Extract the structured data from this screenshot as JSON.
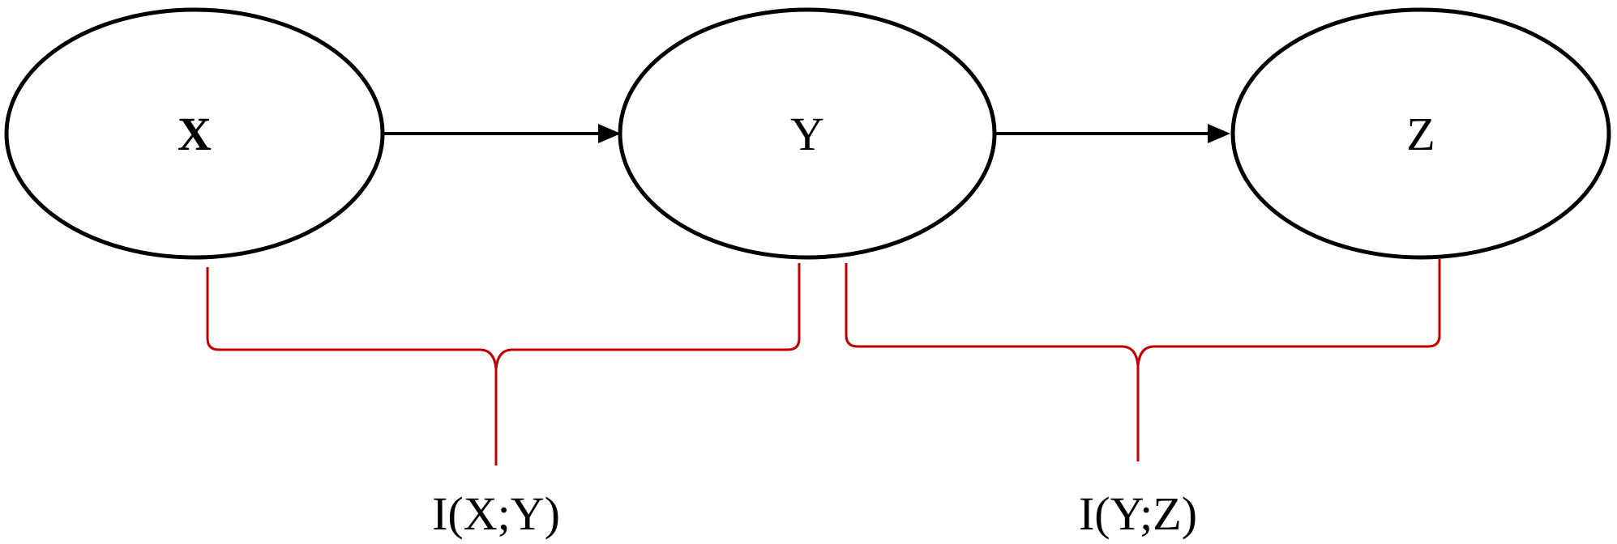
{
  "nodes": {
    "x": {
      "label": "X"
    },
    "y": {
      "label": "Y"
    },
    "z": {
      "label": "Z"
    }
  },
  "braces": {
    "xy": {
      "label": "I(X;Y)"
    },
    "yz": {
      "label": "I(Y;Z)"
    }
  },
  "colors": {
    "node_stroke": "#000000",
    "arrow": "#000000",
    "brace": "#c00000",
    "background": "#ffffff"
  }
}
